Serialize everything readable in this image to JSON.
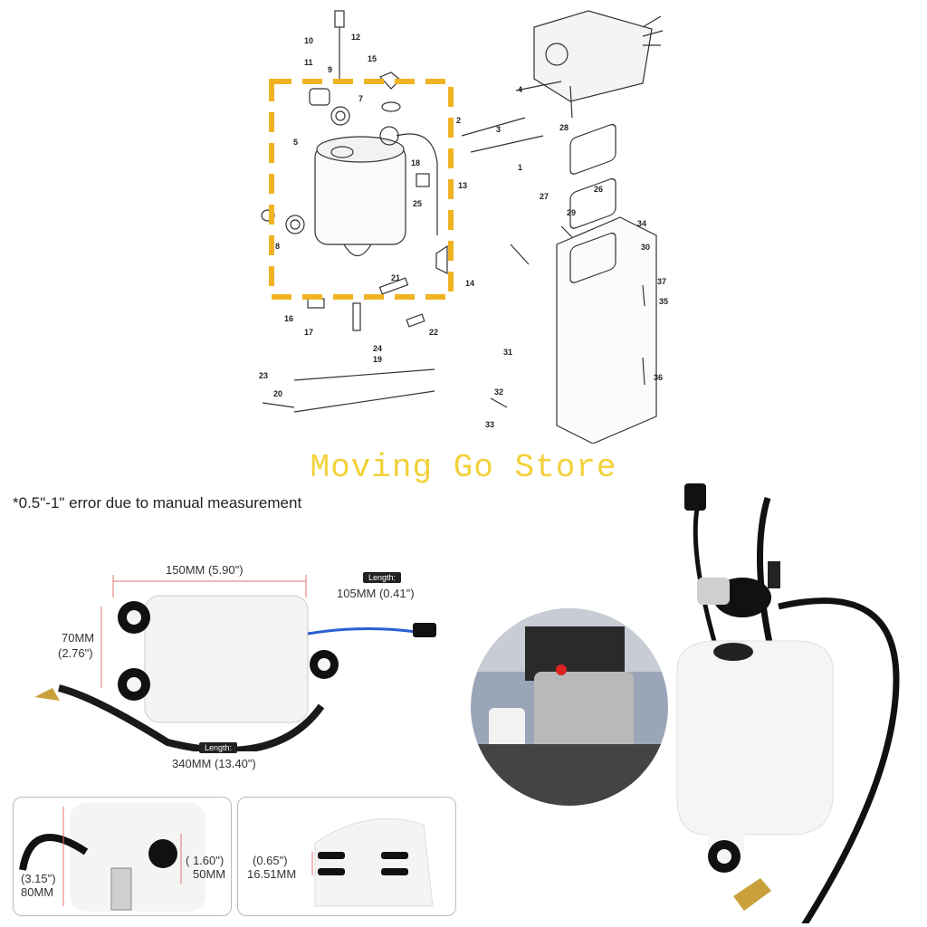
{
  "diagram": {
    "callouts": [
      "12",
      "10",
      "11",
      "9",
      "15",
      "7",
      "5",
      "8",
      "16",
      "17",
      "18",
      "24",
      "19",
      "23",
      "20",
      "13",
      "25",
      "14",
      "21",
      "22",
      "4",
      "2",
      "3",
      "1",
      "28",
      "27",
      "29",
      "30",
      "26",
      "37",
      "34",
      "35",
      "31",
      "32",
      "33",
      "36"
    ]
  },
  "watermark": "Moving Go Store",
  "note": "*0.5\"-1\" error due to manual measurement",
  "dims": {
    "width": "150MM (5.90\")",
    "height_mm": "70MM",
    "height_in": "(2.76\")",
    "wire_tag": "Length:",
    "wire_len": "105MM (0.41\")",
    "hose_tag": "Length:",
    "hose_len": "340MM (13.40\")",
    "d1_in": "(3.15\")",
    "d1_mm": "80MM",
    "d2_in": "( 1.60\")",
    "d2_mm": "50MM",
    "d3_in": "(0.65\")",
    "d3_mm": "16.51MM"
  },
  "colors": {
    "highlight": "#f0b323",
    "watermark": "#f2d13a",
    "tank": "#f4f4f2",
    "hose": "#1a1a1a"
  }
}
